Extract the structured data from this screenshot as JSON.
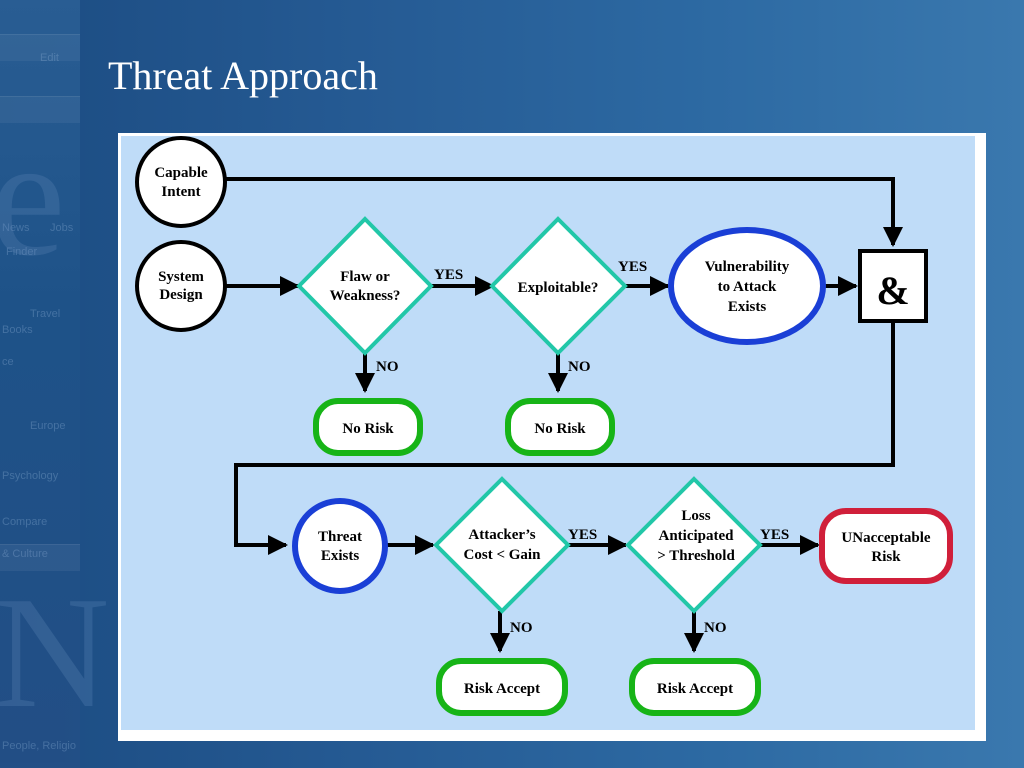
{
  "slide": {
    "title": "Threat Approach"
  },
  "nodes": {
    "capable_intent": {
      "line1": "Capable",
      "line2": "Intent"
    },
    "system_design": {
      "line1": "System",
      "line2": "Design"
    },
    "flaw_or_weakness": {
      "line1": "Flaw or",
      "line2": "Weakness?"
    },
    "exploitable": {
      "label": "Exploitable?"
    },
    "vulnerability": {
      "line1": "Vulnerability",
      "line2": "to Attack",
      "line3": "Exists"
    },
    "and_gate": {
      "label": "&"
    },
    "no_risk_1": {
      "label": "No Risk"
    },
    "no_risk_2": {
      "label": "No Risk"
    },
    "threat_exists": {
      "line1": "Threat",
      "line2": "Exists"
    },
    "attacker_cost": {
      "line1": "Attacker’s",
      "line2": "Cost < Gain"
    },
    "loss_anticipated": {
      "line1": "Loss",
      "line2": "Anticipated",
      "line3": "> Threshold"
    },
    "unacceptable_risk": {
      "line1": "UNacceptable",
      "line2": "Risk"
    },
    "risk_accept_1": {
      "label": "Risk Accept"
    },
    "risk_accept_2": {
      "label": "Risk Accept"
    }
  },
  "edge_labels": {
    "flaw_yes": "YES",
    "flaw_no": "NO",
    "exploitable_yes": "YES",
    "exploitable_no": "NO",
    "attacker_yes": "YES",
    "attacker_no": "NO",
    "loss_yes": "YES",
    "loss_no": "NO"
  },
  "colors": {
    "panel_fill": "#bfdcf8",
    "decision_border": "#22c7a8",
    "vulnerability_border": "#1a3fd6",
    "threat_border": "#1a3fd6",
    "no_risk_border": "#17b417",
    "unacceptable_border": "#d01f3a"
  },
  "background_ghost_text": [
    "Edit",
    "News",
    "Jobs",
    "Finder",
    "Travel",
    "Books",
    "ce",
    "Europe",
    "Psychology",
    "Compare",
    "& Culture",
    "People, Religio"
  ]
}
